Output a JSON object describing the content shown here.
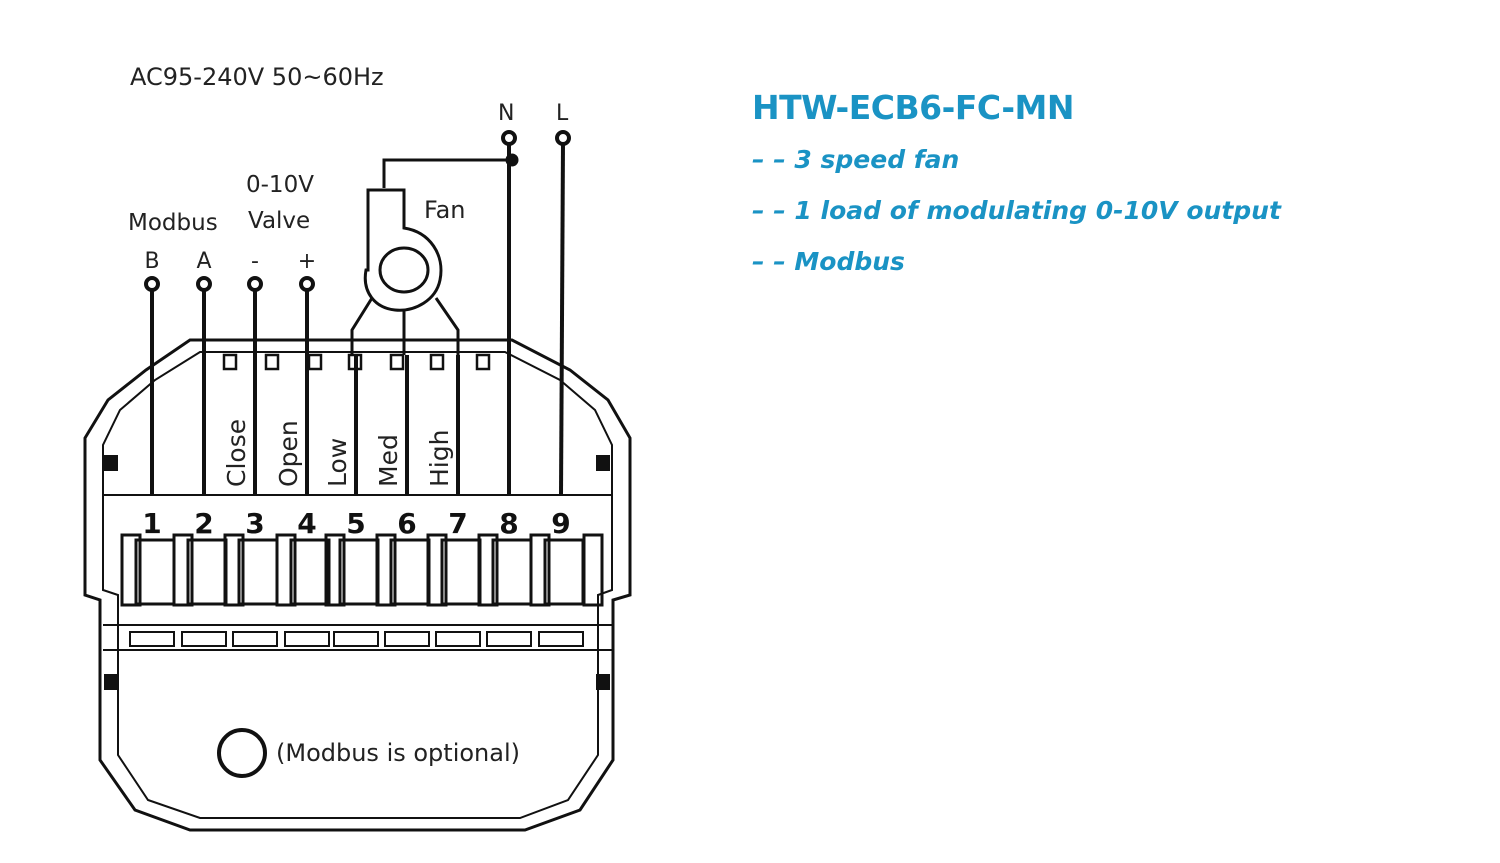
{
  "diagram": {
    "supply_label": "AC95-240V  50~60Hz",
    "line_labels": [
      "N",
      "L"
    ],
    "fan_label": "Fan",
    "valve_group_top": "0-10V",
    "valve_group_bottom": "Valve",
    "modbus_group": "Modbus",
    "input_labels": [
      "B",
      "A",
      "-",
      "+"
    ],
    "terminal_labels": [
      "Close",
      "Open",
      "Low",
      "Med",
      "High"
    ],
    "terminal_numbers": [
      "1",
      "2",
      "3",
      "4",
      "5",
      "6",
      "7",
      "8",
      "9"
    ],
    "note": "(Modbus is optional)"
  },
  "info": {
    "title": "HTW-ECB6-FC-MN",
    "features": [
      "– – 3 speed fan",
      "– – 1 load of modulating 0-10V output",
      "– – Modbus"
    ]
  },
  "colors": {
    "accent": "#1a93c4",
    "line": "#111111"
  }
}
